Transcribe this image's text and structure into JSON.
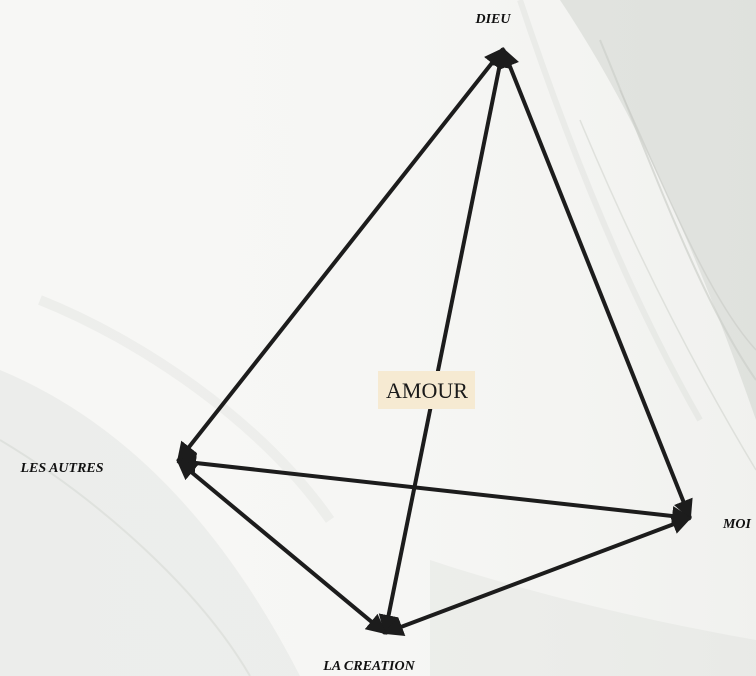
{
  "diagram": {
    "nodes": {
      "top": {
        "label": "DIEU"
      },
      "left": {
        "label": "LES AUTRES"
      },
      "right": {
        "label": "MOI"
      },
      "bottom": {
        "label": "LA CREATION"
      }
    },
    "center": {
      "label": "AMOUR"
    },
    "edges": [
      {
        "from": "top",
        "to": "left",
        "direction": "both"
      },
      {
        "from": "top",
        "to": "right",
        "direction": "both"
      },
      {
        "from": "top",
        "to": "bottom",
        "direction": "both"
      },
      {
        "from": "left",
        "to": "right",
        "direction": "both"
      },
      {
        "from": "left",
        "to": "bottom",
        "direction": "both"
      },
      {
        "from": "bottom",
        "to": "right",
        "direction": "both"
      }
    ],
    "colors": {
      "arrow": "#1c1c1c",
      "background": "#f6f6f4",
      "leaf": "#e4e6e2",
      "center_box": "#f6ead2"
    }
  }
}
